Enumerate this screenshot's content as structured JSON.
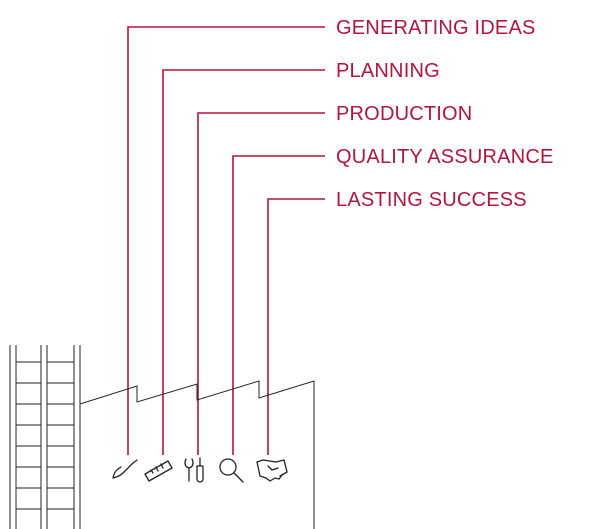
{
  "stages": [
    {
      "label": "GENERATING IDEAS",
      "icon": "brush-icon"
    },
    {
      "label": "PLANNING",
      "icon": "ruler-icon"
    },
    {
      "label": "PRODUCTION",
      "icon": "tools-icon"
    },
    {
      "label": "QUALITY ASSURANCE",
      "icon": "magnifier-icon"
    },
    {
      "label": "LASTING SUCCESS",
      "icon": "handshake-icon"
    }
  ],
  "colors": {
    "accent": "#b5143c",
    "line": "#222222"
  }
}
